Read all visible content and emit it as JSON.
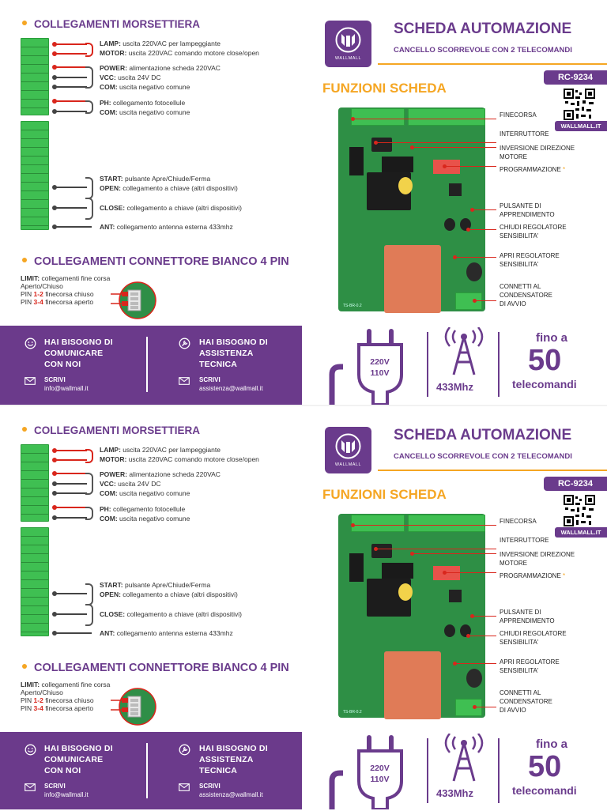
{
  "left": {
    "morsettiera_title": "COLLEGAMENTI MORSETTIERA",
    "group1": [
      {
        "key": "LAMP:",
        "text": "uscita 220VAC per lampeggiante"
      },
      {
        "key": "MOTOR:",
        "text": "uscita 220VAC comando motore close/open"
      }
    ],
    "group2": [
      {
        "key": "POWER:",
        "text": "alimentazione scheda 220VAC"
      },
      {
        "key": "VCC:",
        "text": "uscita 24V DC"
      },
      {
        "key": "COM:",
        "text": "uscita negativo comune"
      }
    ],
    "group3": [
      {
        "key": "PH:",
        "text": "collegamento fotocellule"
      },
      {
        "key": "COM:",
        "text": "uscita negativo comune"
      }
    ],
    "group4": [
      {
        "key": "START:",
        "text": "pulsante Apre/Chiude/Ferma"
      },
      {
        "key": "OPEN:",
        "text": "collegamento a chiave (altri dispositivi)"
      },
      {
        "key": "CLOSE:",
        "text": "collegamento a chiave (altri dispositivi)"
      },
      {
        "key": "ANT:",
        "text": "collegamento antenna esterna 433mhz"
      }
    ],
    "connettore_title": "COLLEGAMENTI CONNETTORE BIANCO 4 PIN",
    "limit_key": "LIMIT:",
    "limit_text": "collegamenti fine corsa",
    "limit_line2": "Aperto/Chiuso",
    "pin1_a": "PIN ",
    "pin1_b": "1-2",
    "pin1_c": " finecorsa chiuso",
    "pin2_a": "PIN ",
    "pin2_b": "3-4",
    "pin2_c": " finecorsa aperto"
  },
  "panel": {
    "comm_line1": "HAI BISOGNO DI",
    "comm_line2": "COMUNICARE",
    "comm_line3": "CON NOI",
    "comm_write": "SCRIVI",
    "comm_email": "info@wallmall.it",
    "tech_line1": "HAI BISOGNO DI",
    "tech_line2": "ASSISTENZA",
    "tech_line3": "TECNICA",
    "tech_write": "SCRIVI",
    "tech_email": "assistenza@wallmall.it"
  },
  "right": {
    "logo_text": "WALLMALL",
    "title": "SCHEDA AUTOMAZIONE",
    "subtitle": "CANCELLO SCORREVOLE CON 2 TELECOMANDI",
    "model": "RC-9234",
    "site": "WALLMALL.IT",
    "funzioni": "FUNZIONI SCHEDA",
    "labels": [
      {
        "l1": "FINECORSA",
        "l2": ""
      },
      {
        "l1": "INTERRUTTORE",
        "l2": ""
      },
      {
        "l1": "INVERSIONE DIREZIONE",
        "l2": "MOTORE"
      },
      {
        "l1": "PROGRAMMAZIONE",
        "l2": ""
      },
      {
        "l1": "PULSANTE DI",
        "l2": "APPRENDIMENTO"
      },
      {
        "l1": "CHIUDI REGOLATORE",
        "l2": "SENSIBILITA'"
      },
      {
        "l1": "APRI REGOLATORE",
        "l2": "SENSIBILITA'"
      },
      {
        "l1": "CONNETTI AL",
        "l2": "CONDENSATORE",
        "l3": "DI AVVIO"
      }
    ],
    "prog_star": "*",
    "volt1": "220V",
    "volt2": "110V",
    "freq": "433Mhz",
    "fino": "fino a",
    "count": "50",
    "tele": "telecomandi",
    "pcb_text": "TS-BR-0.2"
  },
  "colors": {
    "purple": "#6a3b8c",
    "orange": "#f5a623",
    "green": "#3fbf52",
    "red": "#d9261c"
  }
}
